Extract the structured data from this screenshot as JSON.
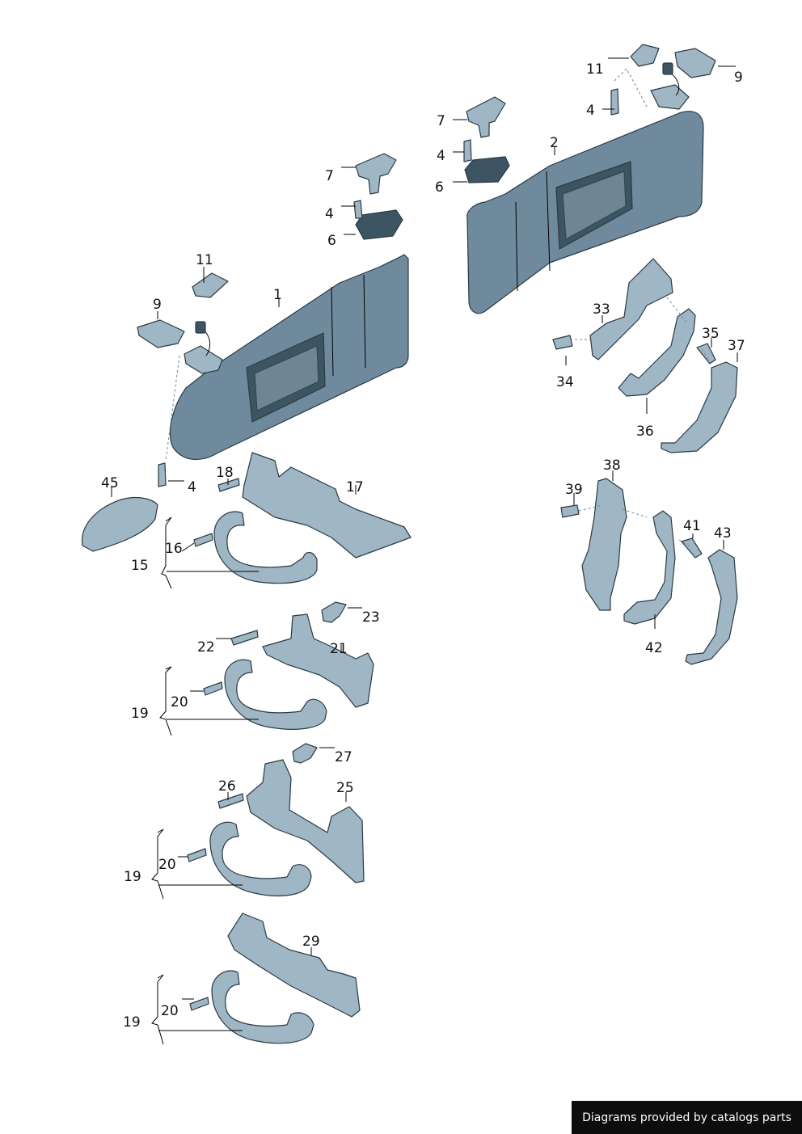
{
  "callouts": [
    {
      "id": "c1",
      "label": "1"
    },
    {
      "id": "c2",
      "label": "2"
    },
    {
      "id": "c4a",
      "label": "4"
    },
    {
      "id": "c4b",
      "label": "4"
    },
    {
      "id": "c4c",
      "label": "4"
    },
    {
      "id": "c4d",
      "label": "4"
    },
    {
      "id": "c6a",
      "label": "6"
    },
    {
      "id": "c6b",
      "label": "6"
    },
    {
      "id": "c7a",
      "label": "7"
    },
    {
      "id": "c7b",
      "label": "7"
    },
    {
      "id": "c9a",
      "label": "9"
    },
    {
      "id": "c9b",
      "label": "9"
    },
    {
      "id": "c11a",
      "label": "11"
    },
    {
      "id": "c11b",
      "label": "11"
    },
    {
      "id": "c15",
      "label": "15"
    },
    {
      "id": "c16",
      "label": "16"
    },
    {
      "id": "c17",
      "label": "17"
    },
    {
      "id": "c18",
      "label": "18"
    },
    {
      "id": "c19a",
      "label": "19"
    },
    {
      "id": "c19b",
      "label": "19"
    },
    {
      "id": "c19c",
      "label": "19"
    },
    {
      "id": "c20a",
      "label": "20"
    },
    {
      "id": "c20b",
      "label": "20"
    },
    {
      "id": "c20c",
      "label": "20"
    },
    {
      "id": "c21",
      "label": "21"
    },
    {
      "id": "c22",
      "label": "22"
    },
    {
      "id": "c23",
      "label": "23"
    },
    {
      "id": "c25",
      "label": "25"
    },
    {
      "id": "c26",
      "label": "26"
    },
    {
      "id": "c27",
      "label": "27"
    },
    {
      "id": "c29",
      "label": "29"
    },
    {
      "id": "c33",
      "label": "33"
    },
    {
      "id": "c34",
      "label": "34"
    },
    {
      "id": "c35",
      "label": "35"
    },
    {
      "id": "c36",
      "label": "36"
    },
    {
      "id": "c37",
      "label": "37"
    },
    {
      "id": "c38",
      "label": "38"
    },
    {
      "id": "c39",
      "label": "39"
    },
    {
      "id": "c41",
      "label": "41"
    },
    {
      "id": "c42",
      "label": "42"
    },
    {
      "id": "c43",
      "label": "43"
    },
    {
      "id": "c45",
      "label": "45"
    }
  ],
  "footer": {
    "text": "Diagrams provided by catalogs parts"
  },
  "colors": {
    "part_body": "#6f8a9c",
    "part_light": "#9fb6c4",
    "part_dark": "#3d5563",
    "footer_bg": "#0d0d0d"
  }
}
